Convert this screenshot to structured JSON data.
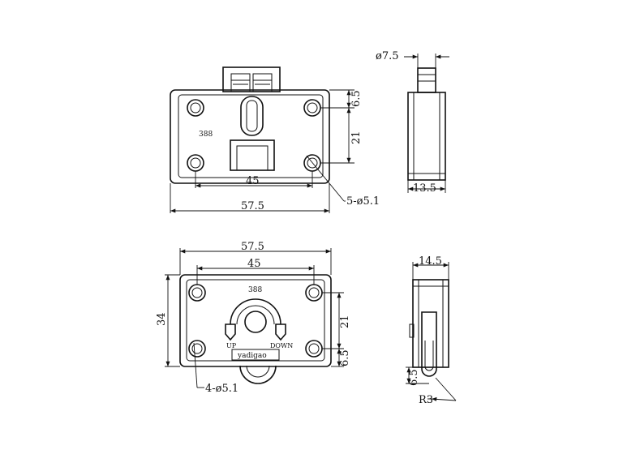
{
  "top_front": {
    "model": "388",
    "dim_width_total": "57.5",
    "dim_hole_spacing": "45",
    "dim_height_holes": "21",
    "dim_top_offset": "6.5",
    "hole_callout": "5-ø5.1"
  },
  "top_side": {
    "dim_wheel_dia": "ø7.5",
    "dim_depth": "13.5"
  },
  "bottom_front": {
    "model": "388",
    "brand": "yadigao",
    "label_up": "UP",
    "label_down": "DOWN",
    "dim_width_total": "57.5",
    "dim_hole_spacing": "45",
    "dim_height_total": "34",
    "dim_height_holes": "21",
    "dim_bottom_offset": "6.5",
    "hole_callout": "4-ø5.1"
  },
  "bottom_side": {
    "dim_depth": "14.5",
    "dim_wheel_offset": "6.5",
    "dim_radius": "R3"
  }
}
